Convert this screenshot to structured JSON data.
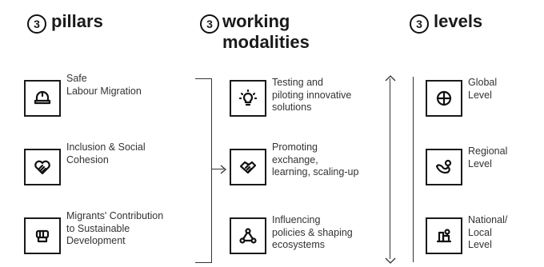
{
  "headings": [
    {
      "number": "3",
      "lines": [
        "pillars"
      ]
    },
    {
      "number": "3",
      "lines": [
        "working",
        "modalities"
      ]
    },
    {
      "number": "3",
      "lines": [
        "levels"
      ]
    }
  ],
  "pillars": [
    {
      "icon": "helmet-icon",
      "lines": [
        "Safe",
        "Labour Migration"
      ]
    },
    {
      "icon": "heart-handshake-icon",
      "lines": [
        "Inclusion & Social",
        "Cohesion"
      ]
    },
    {
      "icon": "raised-fist-icon",
      "lines": [
        "Migrants' Contribution",
        "to Sustainable",
        "Development"
      ]
    }
  ],
  "modalities": [
    {
      "icon": "lightbulb-icon",
      "lines": [
        "Testing and",
        "piloting innovative",
        "solutions"
      ]
    },
    {
      "icon": "handshake-icon",
      "lines": [
        "Promoting",
        "exchange,",
        "learning, scaling-up"
      ]
    },
    {
      "icon": "network-icon",
      "lines": [
        "Influencing",
        "policies & shaping",
        "ecosystems"
      ]
    }
  ],
  "levels": [
    {
      "icon": "globe-icon",
      "lines": [
        "Global",
        "Level"
      ]
    },
    {
      "icon": "region-map-pin-icon",
      "lines": [
        "Regional",
        "Level"
      ]
    },
    {
      "icon": "city-buildings-icon",
      "lines": [
        "National/",
        "Local",
        "Level"
      ]
    }
  ]
}
